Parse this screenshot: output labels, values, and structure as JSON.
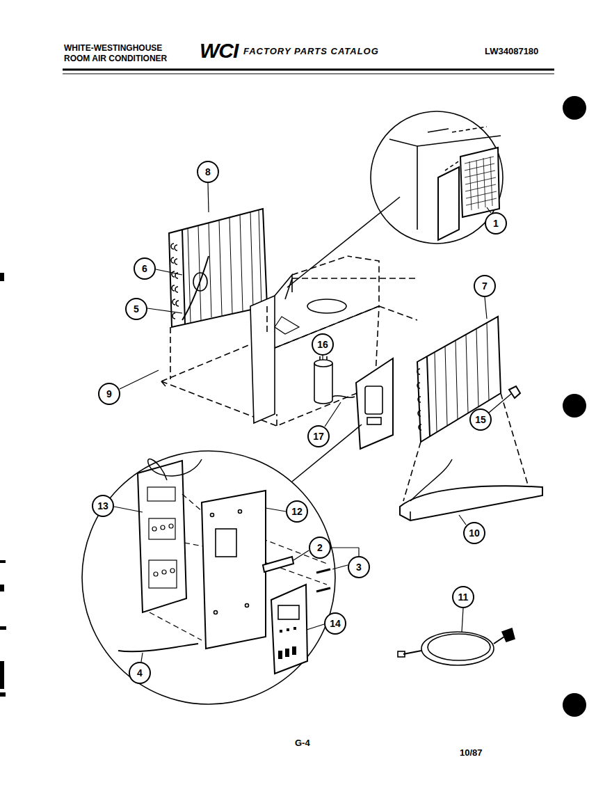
{
  "diagram": {
    "title": "WHITE-WESTINGHOUSE ROOM AIR CONDITIONER",
    "nodes": [
      {
        "text": [
          "8"
        ]
      },
      {
        "text": [
          "1"
        ]
      },
      {
        "text": [
          "6"
        ]
      },
      {
        "text": [
          "7"
        ]
      },
      {
        "text": [
          "5"
        ]
      },
      {
        "text": [
          "16"
        ]
      },
      {
        "text": [
          "9"
        ]
      },
      {
        "text": [
          "15"
        ]
      },
      {
        "text": [
          "17"
        ]
      },
      {
        "text": [
          "13"
        ]
      },
      {
        "text": [
          "12"
        ]
      },
      {
        "text": [
          "10"
        ]
      },
      {
        "text": [
          "2"
        ]
      },
      {
        "text": [
          "3"
        ]
      },
      {
        "text": [
          "11"
        ]
      },
      {
        "text": [
          "14"
        ]
      },
      {
        "text": [
          "4"
        ]
      }
    ],
    "labels": [
      "WCI",
      "FACTORY PARTS CATALOG",
      "LW34087180",
      "G-4",
      "10/87"
    ]
  }
}
